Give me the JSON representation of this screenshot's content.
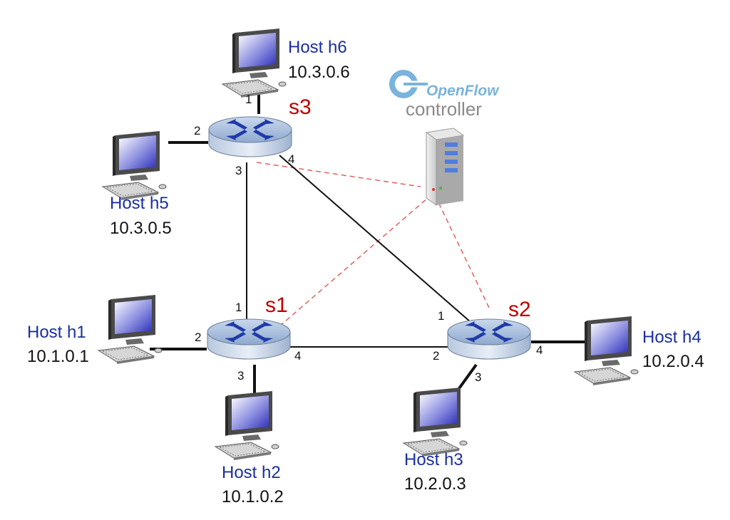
{
  "colors": {
    "host_label": "#1a2fa0",
    "switch_label": "#c00000",
    "controller_label": "#8a8a8a",
    "openflow_brand": "#7ab3dc",
    "control_link": "#e06060",
    "data_link": "#111111"
  },
  "controller": {
    "brand": "OpenFlow",
    "label": "controller",
    "icon": "server-icon"
  },
  "switches": [
    {
      "id": "s1",
      "label": "s1",
      "icon": "router-icon",
      "ports": [
        "1",
        "2",
        "3",
        "4"
      ]
    },
    {
      "id": "s2",
      "label": "s2",
      "icon": "router-icon",
      "ports": [
        "1",
        "2",
        "3",
        "4"
      ]
    },
    {
      "id": "s3",
      "label": "s3",
      "icon": "router-icon",
      "ports": [
        "1",
        "2",
        "3",
        "4"
      ]
    }
  ],
  "hosts": [
    {
      "id": "h1",
      "name": "Host h1",
      "ip": "10.1.0.1",
      "icon": "desktop-computer-icon"
    },
    {
      "id": "h2",
      "name": "Host h2",
      "ip": "10.1.0.2",
      "icon": "desktop-computer-icon"
    },
    {
      "id": "h3",
      "name": "Host h3",
      "ip": "10.2.0.3",
      "icon": "desktop-computer-icon"
    },
    {
      "id": "h4",
      "name": "Host h4",
      "ip": "10.2.0.4",
      "icon": "desktop-computer-icon"
    },
    {
      "id": "h5",
      "name": "Host h5",
      "ip": "10.3.0.5",
      "icon": "desktop-computer-icon"
    },
    {
      "id": "h6",
      "name": "Host h6",
      "ip": "10.3.0.6",
      "icon": "desktop-computer-icon"
    }
  ]
}
